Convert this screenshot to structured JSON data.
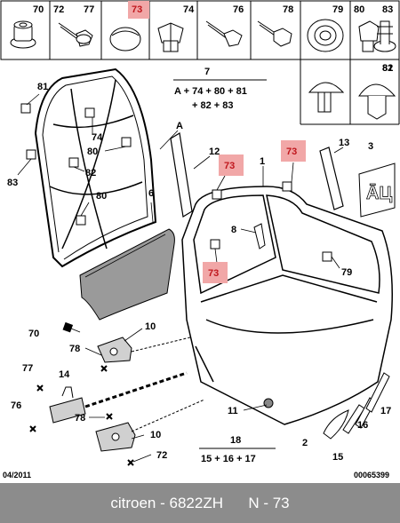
{
  "parts_row": {
    "cells": [
      {
        "label": "70",
        "icon": "clip-nut-icon",
        "highlight": false
      },
      {
        "label": "72",
        "icon": "screw-icon",
        "highlight": false
      },
      {
        "label": "77",
        "icon": "flange-bolt-icon",
        "highlight": false
      },
      {
        "label": "73",
        "icon": "round-plug-icon",
        "highlight": true
      },
      {
        "label": "74",
        "icon": "push-clip-icon",
        "highlight": false
      },
      {
        "label": "76",
        "icon": "bolt-icon",
        "highlight": false
      },
      {
        "label": "78",
        "icon": "hex-bolt-icon",
        "highlight": false
      },
      {
        "label": "79",
        "icon": "grommet-icon",
        "highlight": false
      },
      {
        "label": "80",
        "icon": "rivet-clip-icon",
        "highlight": false
      },
      {
        "label": "83",
        "icon": "fir-tree-clip-icon",
        "highlight": false
      }
    ],
    "second_row": [
      {
        "label": "81",
        "icon": "dome-clip-icon"
      },
      {
        "label": "82",
        "icon": "anchor-clip-icon"
      }
    ]
  },
  "kit_note": {
    "number": "7",
    "line1": "A + 74 + 80 + 81",
    "line2": "+ 82 + 83"
  },
  "kit_note_2": {
    "number": "18",
    "line1": "15 + 16 + 17"
  },
  "callouts": {
    "n81": "81",
    "n74": "74",
    "n80a": "80",
    "n83": "83",
    "n82": "82",
    "n80b": "80",
    "n6": "6",
    "nA": "A",
    "n12": "12",
    "n1": "1",
    "n13": "13",
    "n3": "3",
    "n8": "8",
    "n79": "79",
    "n70": "70",
    "n10a": "10",
    "n78a": "78",
    "n77": "77",
    "n14": "14",
    "n76": "76",
    "n78b": "78",
    "n10b": "10",
    "n72": "72",
    "n11": "11",
    "n2": "2",
    "n15": "15",
    "n16": "16",
    "n17": "17"
  },
  "highlighted_callouts": [
    "73",
    "73",
    "73"
  ],
  "footer": {
    "date": "04/2011",
    "code": "00065399"
  },
  "caption": {
    "brand": "citroen",
    "part_number": "6822ZH",
    "ref": "N - 73"
  },
  "colors": {
    "highlight_bg": "#f1a7a7",
    "highlight_text": "#c0171d",
    "caption_bg": "#8c8c8c"
  }
}
